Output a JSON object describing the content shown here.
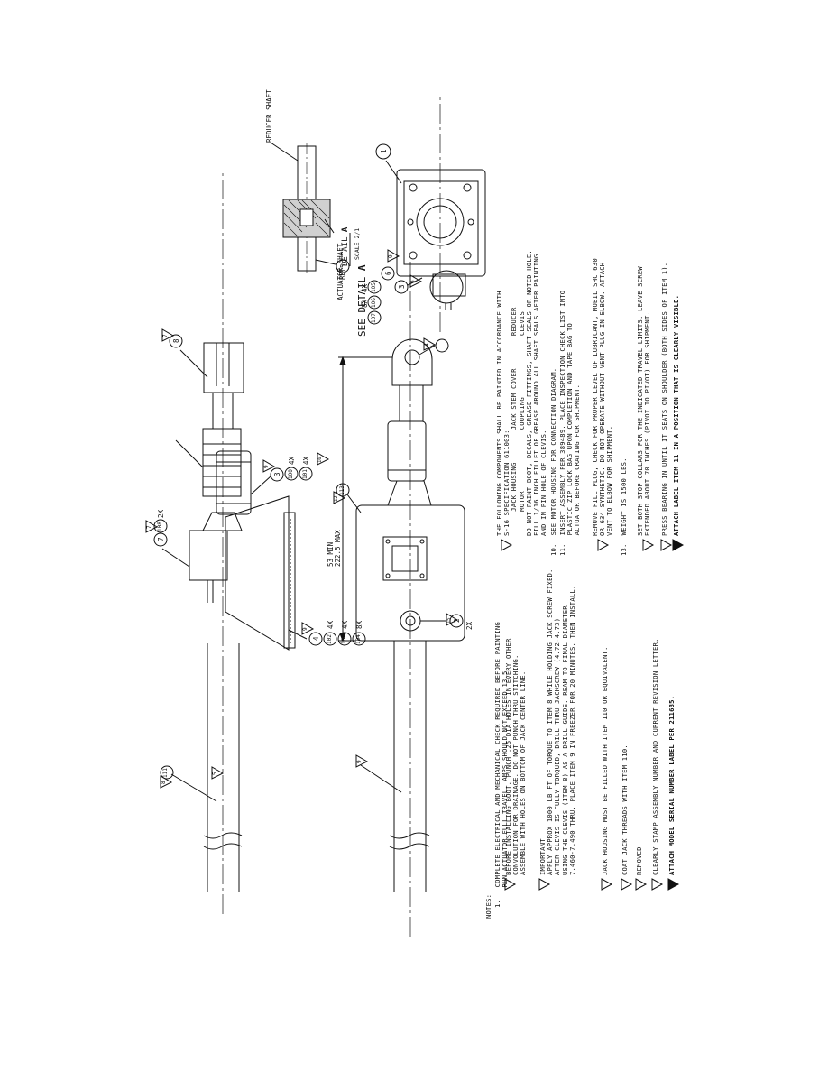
{
  "drawing": {
    "see_detail": "SEE DETAIL",
    "see_detail_letter": "A",
    "detail_title": "DETAIL",
    "detail_letter": "A",
    "detail_scale": "SCALE 2/1",
    "reducer_shaft": "REDUCER SHAFT",
    "actuator_shaft": "ACTUATOR SHAFT",
    "ref": "REF",
    "dim_min": "53 MIN",
    "dim_max": "222.5 MAX",
    "qty": {
      "q2x_a": "2X",
      "q2x_b": "2X",
      "q4x_a": "4X",
      "q4x_b": "4X",
      "q4x_c": "4X",
      "q4x_d": "4X",
      "q4x_e": "4X",
      "q8x_a": "8X",
      "q8x_b": "8X"
    },
    "balloons": {
      "b1": "1",
      "b2": "2",
      "b3": "3",
      "b4": "4",
      "b5": "5",
      "b6": "6",
      "b7": "7",
      "b8": "8",
      "b100": "100",
      "b101": "101",
      "b102": "102",
      "b103": "103",
      "b104": "104",
      "b105": "105",
      "b106": "106",
      "b107": "107",
      "b108": "108",
      "b111": "111",
      "b113": "113"
    },
    "flags": {
      "f4": "4",
      "f5": "5",
      "f6": "6",
      "f7": "7",
      "f8": "8",
      "f9": "9",
      "f12": "12",
      "f15": "15",
      "f16": "16"
    }
  },
  "notes_left": {
    "header": "NOTES:",
    "n1": "1.   COMPLETE ELECTRICAL AND MECHANICAL CHECK REQUIRED BEFORE PAINTING\n     RUN ACTUATOR FULL TRAVEL. AMPS SHOULD NOT EXCEED 13.5",
    "n2": "BEFORE INSTALLING BOOT, PUNCH .25 DIA HOLES IN EVERY OTHER\nCONVOLUTION FOR DRAINAGE. DO NOT PUNCH THRU STITCHING.\nASSEMBLE WITH HOLES ON BOTTOM OF JACK CENTER LINE.",
    "n3": "IMPORTANT\nAPPLY APPROX 1000 LB FT OF TORQUE TO ITEM 8 WHILE HOLDING JACK SCREW FIXED.\nAFTER CLEVIS IS FULLY TORQUED, DRILL THRU JACKSCREW (4.72-4.73)\nUSING THE CLEVIS (ITEM 8) AS A DRILL GUIDE. REAM TO FINAL DIAMETER\n7.460-7.490 THRU. PLACE ITEM 9 IN FREEZER FOR 20 MINUTES, THEN INSTALL.",
    "n4": "JACK HOUSING MUST BE FILLED WITH ITEM 110 OR EQUIVALENT.",
    "n5": "COAT JACK THREADS WITH ITEM 110.",
    "n6": "REMOVED",
    "n7": "CLEARLY STAMP ASSEMBLY NUMBER AND CURRENT REVISION LETTER.",
    "n8": "ATTACH MODEL SERIAL NUMBER LABEL PER 211635."
  },
  "notes_right": {
    "n9": "THE FOLLOWING COMPONENTS SHALL BE PAINTED IN ACCORDANCE WITH\nS-16 SPECIFICATION 611003:\n      JACK HOUSING        JACK STEM COVER        REDUCER\n      MOTOR               COUPLING               CLEVIS\nDO NOT PAINT BOOT, DECALS, GREASE FITTINGS, SHAFT SEALS OR NOTED HOLE.\nFILL 1/16 INCH FILLET OF GREASE AROUND ALL SHAFT SEALS AFTER PAINTING\nAND IN PIN HOLE OF CLEVIS.",
    "n10": "10.  SEE MOTOR HOUSING FOR CONNECTION DIAGRAM.",
    "n11": "11.  INSERT ASSEMBLY PER 389489. PLACE INSPECTION CHECK LIST INTO\n     PLASTIC ZIP LOCK BAG UPON COMPLETION AND TAPE BAG TO\n     ACTUATOR BEFORE CRATING FOR SHIPMENT.",
    "n12": "REMOVE FILL PLUG, CHECK FOR PROPER LEVEL OF LUBRICANT, MOBIL SHC 630\nOR 634 SYNTHETIC. DO NOT OPERATE WITHOUT VENT PLUG IN ELBOW. ATTACH\nVENT TO ELBOW FOR SHIPMENT.",
    "n13": "13.  WEIGHT IS 1500 LBS.",
    "n14": "SET BOTH STOP COLLARS FOR THE INDICATED TRAVEL LIMITS. LEAVE SCREW\nEXTENDED ABOUT 70 INCHES (PIVOT TO PIVOT) FOR SHIPMENT.",
    "n15": "PRESS BEARING IN UNTIL IT SEATS ON SHOULDER (BOTH SIDES OF ITEM 1).",
    "n16": "ATTACH LABEL ITEM 11 IN A POSITION THAT IS CLEARLY VISIBLE."
  }
}
